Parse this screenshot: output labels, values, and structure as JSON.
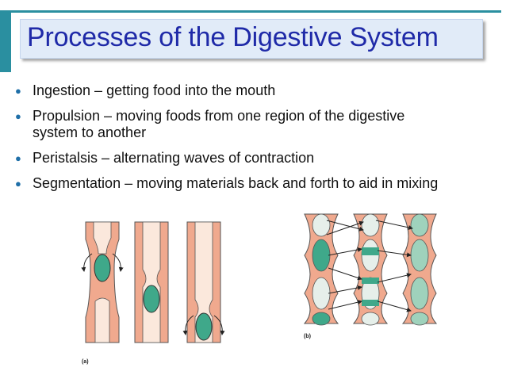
{
  "slide": {
    "title": "Processes of the Digestive System",
    "bullets": [
      "Ingestion – getting food into the mouth",
      "Propulsion – moving foods from one region of the digestive system to another",
      "Peristalsis – alternating waves of contraction",
      "Segmentation – moving materials back and forth to aid in mixing"
    ],
    "figure": {
      "label_a": "(a)",
      "label_b": "(b)"
    }
  },
  "colors": {
    "accent": "#2a8fa0",
    "title_text": "#1f2aa8",
    "title_bg": "#e1ebf8",
    "tube_wall": "#f0a98e",
    "tube_lumen": "#fbe8dc",
    "food_bolus": "#3fa88a",
    "food_bolus_light": "#9fd2bc",
    "lumen_b": "#e6efea"
  }
}
